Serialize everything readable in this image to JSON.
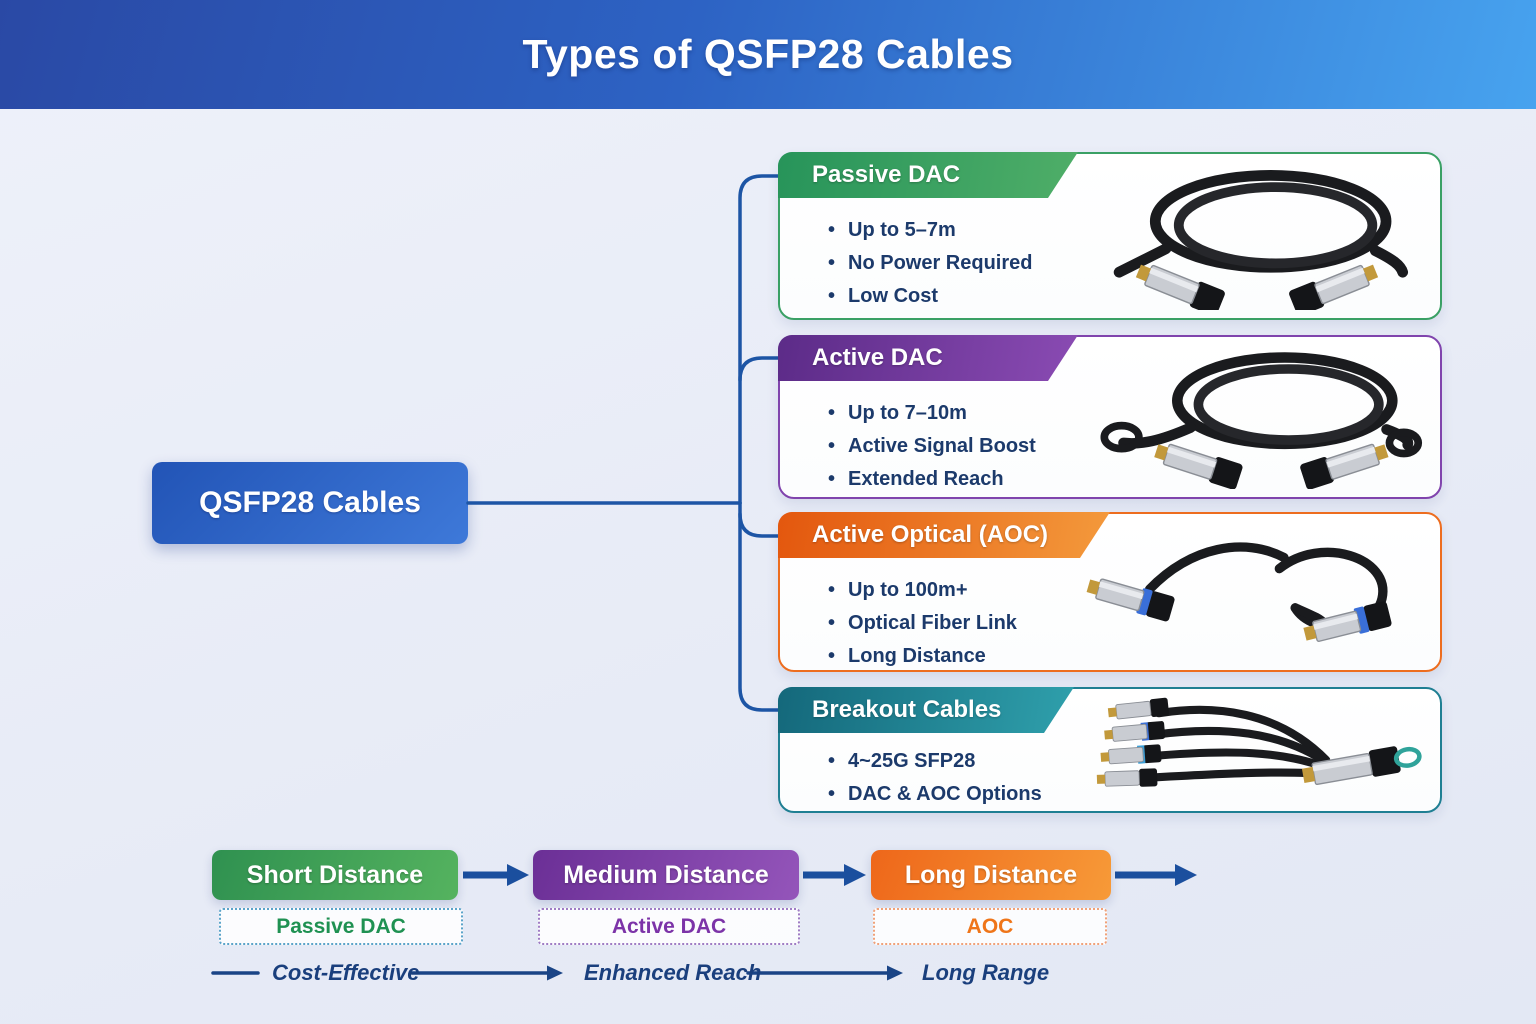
{
  "title": "Types of QSFP28 Cables",
  "root": {
    "label": "QSFP28 Cables"
  },
  "cards": [
    {
      "title": "Passive DAC",
      "accent": "#2E9457",
      "bullets": [
        "Up to 5–7m",
        "No Power Required",
        "Low Cost"
      ],
      "image": "qsfp28-passive-dac-cable"
    },
    {
      "title": "Active DAC",
      "accent": "#6B34A0",
      "bullets": [
        "Up to 7–10m",
        "Active Signal Boost",
        "Extended Reach"
      ],
      "image": "qsfp28-active-dac-cable"
    },
    {
      "title": "Active Optical (AOC)",
      "accent": "#ED6D1F",
      "bullets": [
        "Up to 100m+",
        "Optical Fiber Link",
        "Long Distance"
      ],
      "image": "qsfp28-aoc-cable"
    },
    {
      "title": "Breakout Cables",
      "accent": "#1F7F93",
      "bullets": [
        "4~25G SFP28",
        "DAC & AOC Options"
      ],
      "image": "qsfp28-breakout-cable"
    }
  ],
  "flow": {
    "stages": [
      {
        "label": "Short Distance",
        "tag": "Passive DAC",
        "color": "#2F9150"
      },
      {
        "label": "Medium Distance",
        "tag": "Active DAC",
        "color": "#7C33A8"
      },
      {
        "label": "Long Distance",
        "tag": "AOC",
        "color": "#EF7519"
      }
    ],
    "captions": [
      "Cost-Effective",
      "Enhanced Reach",
      "Long Range"
    ]
  },
  "colors": {
    "banner_start": "#2A49A5",
    "banner_end": "#47A3EF",
    "connector": "#1D55A5",
    "text_navy": "#1C3A6B",
    "root_box_start": "#2254B6",
    "root_box_end": "#3E79D9"
  }
}
